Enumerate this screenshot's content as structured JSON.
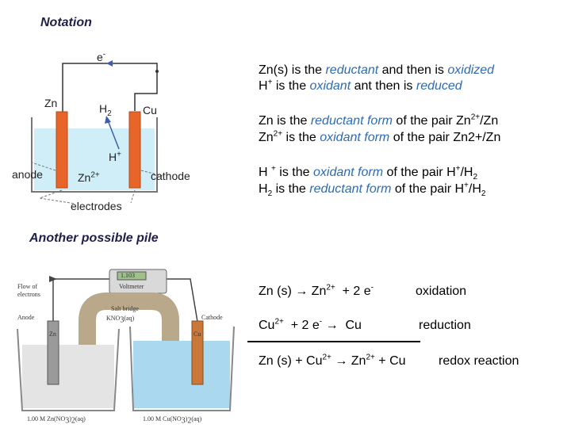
{
  "slide": {
    "heading": "Notation",
    "heading2": "Another possible pile"
  },
  "notation": {
    "l1": {
      "a": "Zn(s) is the ",
      "b": "reductant",
      "c": " and then is ",
      "d": "oxidized"
    },
    "l2": {
      "a": "H",
      "sup": "+",
      "b": " is the ",
      "c": "oxidant",
      "d": " ant then is ",
      "e": "reduced"
    },
    "l3": {
      "a": "Zn is the ",
      "b": "reductant form",
      "c": " of the pair Zn",
      "sup": "2+",
      "d": "/Zn"
    },
    "l4": {
      "a": "Zn",
      "sup": "2+",
      "b": " is the ",
      "c": "oxidant form",
      "d": " of the pair Zn2+/Zn"
    },
    "l5": {
      "a": "H ",
      "sup": "+",
      "b": " is the ",
      "c": "oxidant form",
      "d": " of the pair H",
      "sup2": "+",
      "e": "/H",
      "sub": "2"
    },
    "l6": {
      "a": "H",
      "sub": "2",
      "b": " is the ",
      "c": "reductant form",
      "d": " of the pair H",
      "sup": "+",
      "e": "/H",
      "sub2": "2"
    }
  },
  "diagram1": {
    "electron": "e",
    "electron_sup": "-",
    "zn": "Zn",
    "h2": "H",
    "h2_sub": "2",
    "cu": "Cu",
    "hplus": "H",
    "hplus_sup": "+",
    "zn2": "Zn",
    "zn2_sup": "2+",
    "anode": "anode",
    "cathode": "cathode",
    "electrodes": "electrodes"
  },
  "diagram2": {
    "voltmeter_reading": "1.103",
    "voltmeter": "Voltmeter",
    "flow1": "Flow of",
    "flow2": "electrons",
    "salt_bridge": "Salt bridge",
    "kno3": "KNO",
    "kno3_sub": "3",
    "kno3_tail": "(aq)",
    "anode": "Anode",
    "cathode": "Cathode",
    "zn": "Zn",
    "cu": "Cu",
    "sol_left": "1.00 M Zn(NO",
    "sol_left_sub1": "3",
    "sol_left_mid": ")",
    "sol_left_sub2": "2",
    "sol_left_tail": "(aq)",
    "sol_right": "1.00 M Cu(NO",
    "sol_right_sub1": "3",
    "sol_right_mid": ")",
    "sol_right_sub2": "2",
    "sol_right_tail": "(aq)"
  },
  "reactions": {
    "r1": {
      "lhs": "Zn (s) → Zn",
      "sup": "2+",
      "rhs": "  + 2 e",
      "sup2": "-",
      "label": "oxidation"
    },
    "r2": {
      "lhs": "Cu",
      "sup": "2+",
      "rhs": "  + 2 e",
      "sup2": "-",
      "tail": " →  Cu",
      "label": "reduction"
    },
    "r3": {
      "a": "Zn (s) + Cu",
      "sup": "2+",
      "b": " → Zn",
      "sup2": "2+",
      "c": " + Cu",
      "label": "redox reaction"
    }
  },
  "colors": {
    "accent": "#2e6bb5",
    "heading": "#1f1f4a",
    "electrode": "#e8652a",
    "solution": "#cfeef7"
  }
}
